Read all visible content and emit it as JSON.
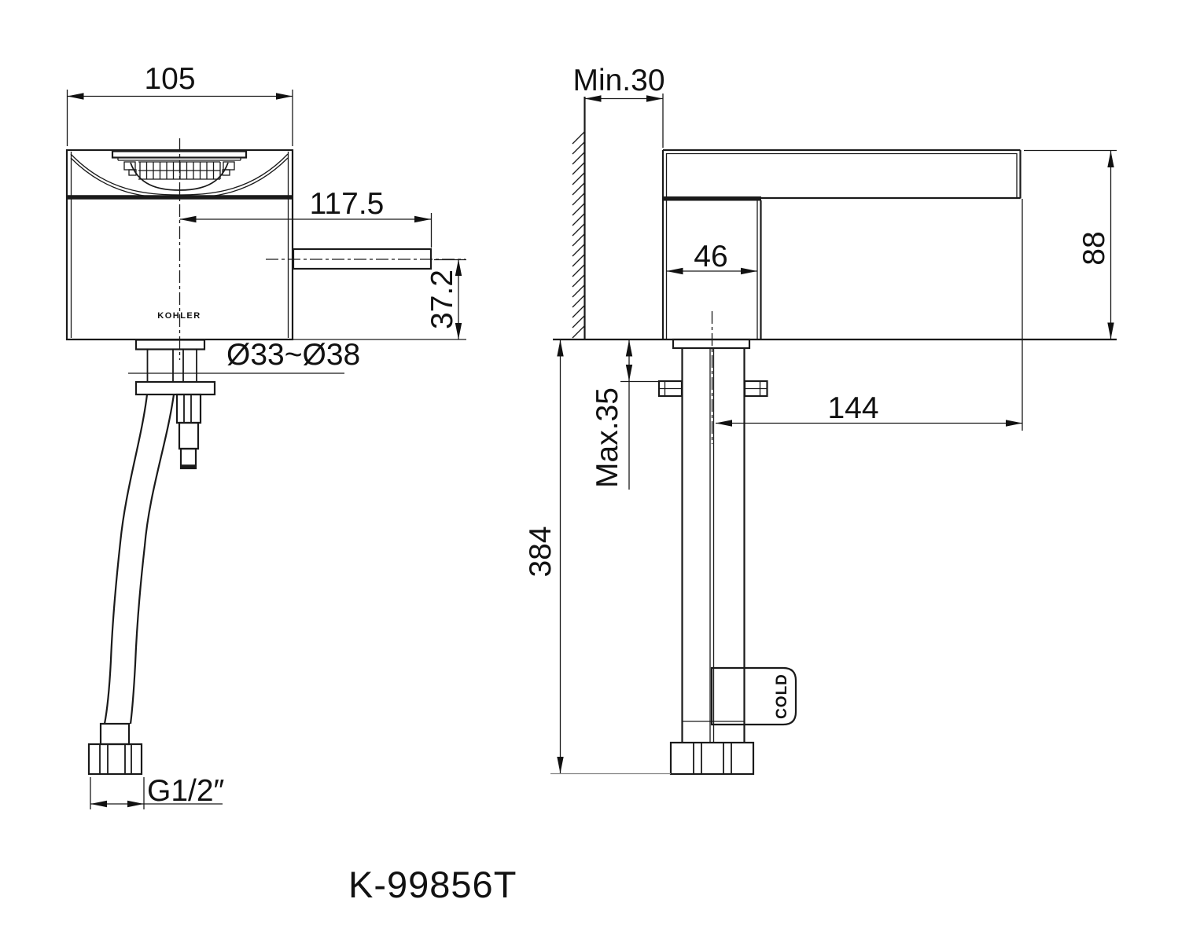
{
  "title": {
    "product_code": "K-99856T"
  },
  "front_view": {
    "brand_label": "KOHLER",
    "dimensions": {
      "body_width": "105",
      "spout_reach": "117.5",
      "spout_drop": "37.2",
      "mounting_hole_diameter": "Ø33~Ø38",
      "supply_connection": "G1/2″"
    }
  },
  "side_view": {
    "cold_tag_label": "COLD",
    "dimensions": {
      "wall_clearance_min": "Min.30",
      "body_depth": "46",
      "height_above_deck": "88",
      "deck_thickness_max": "Max.35",
      "spout_projection": "144",
      "below_deck_length": "384"
    }
  },
  "colors": {
    "line": "#1a1a1a",
    "background": "#ffffff"
  }
}
